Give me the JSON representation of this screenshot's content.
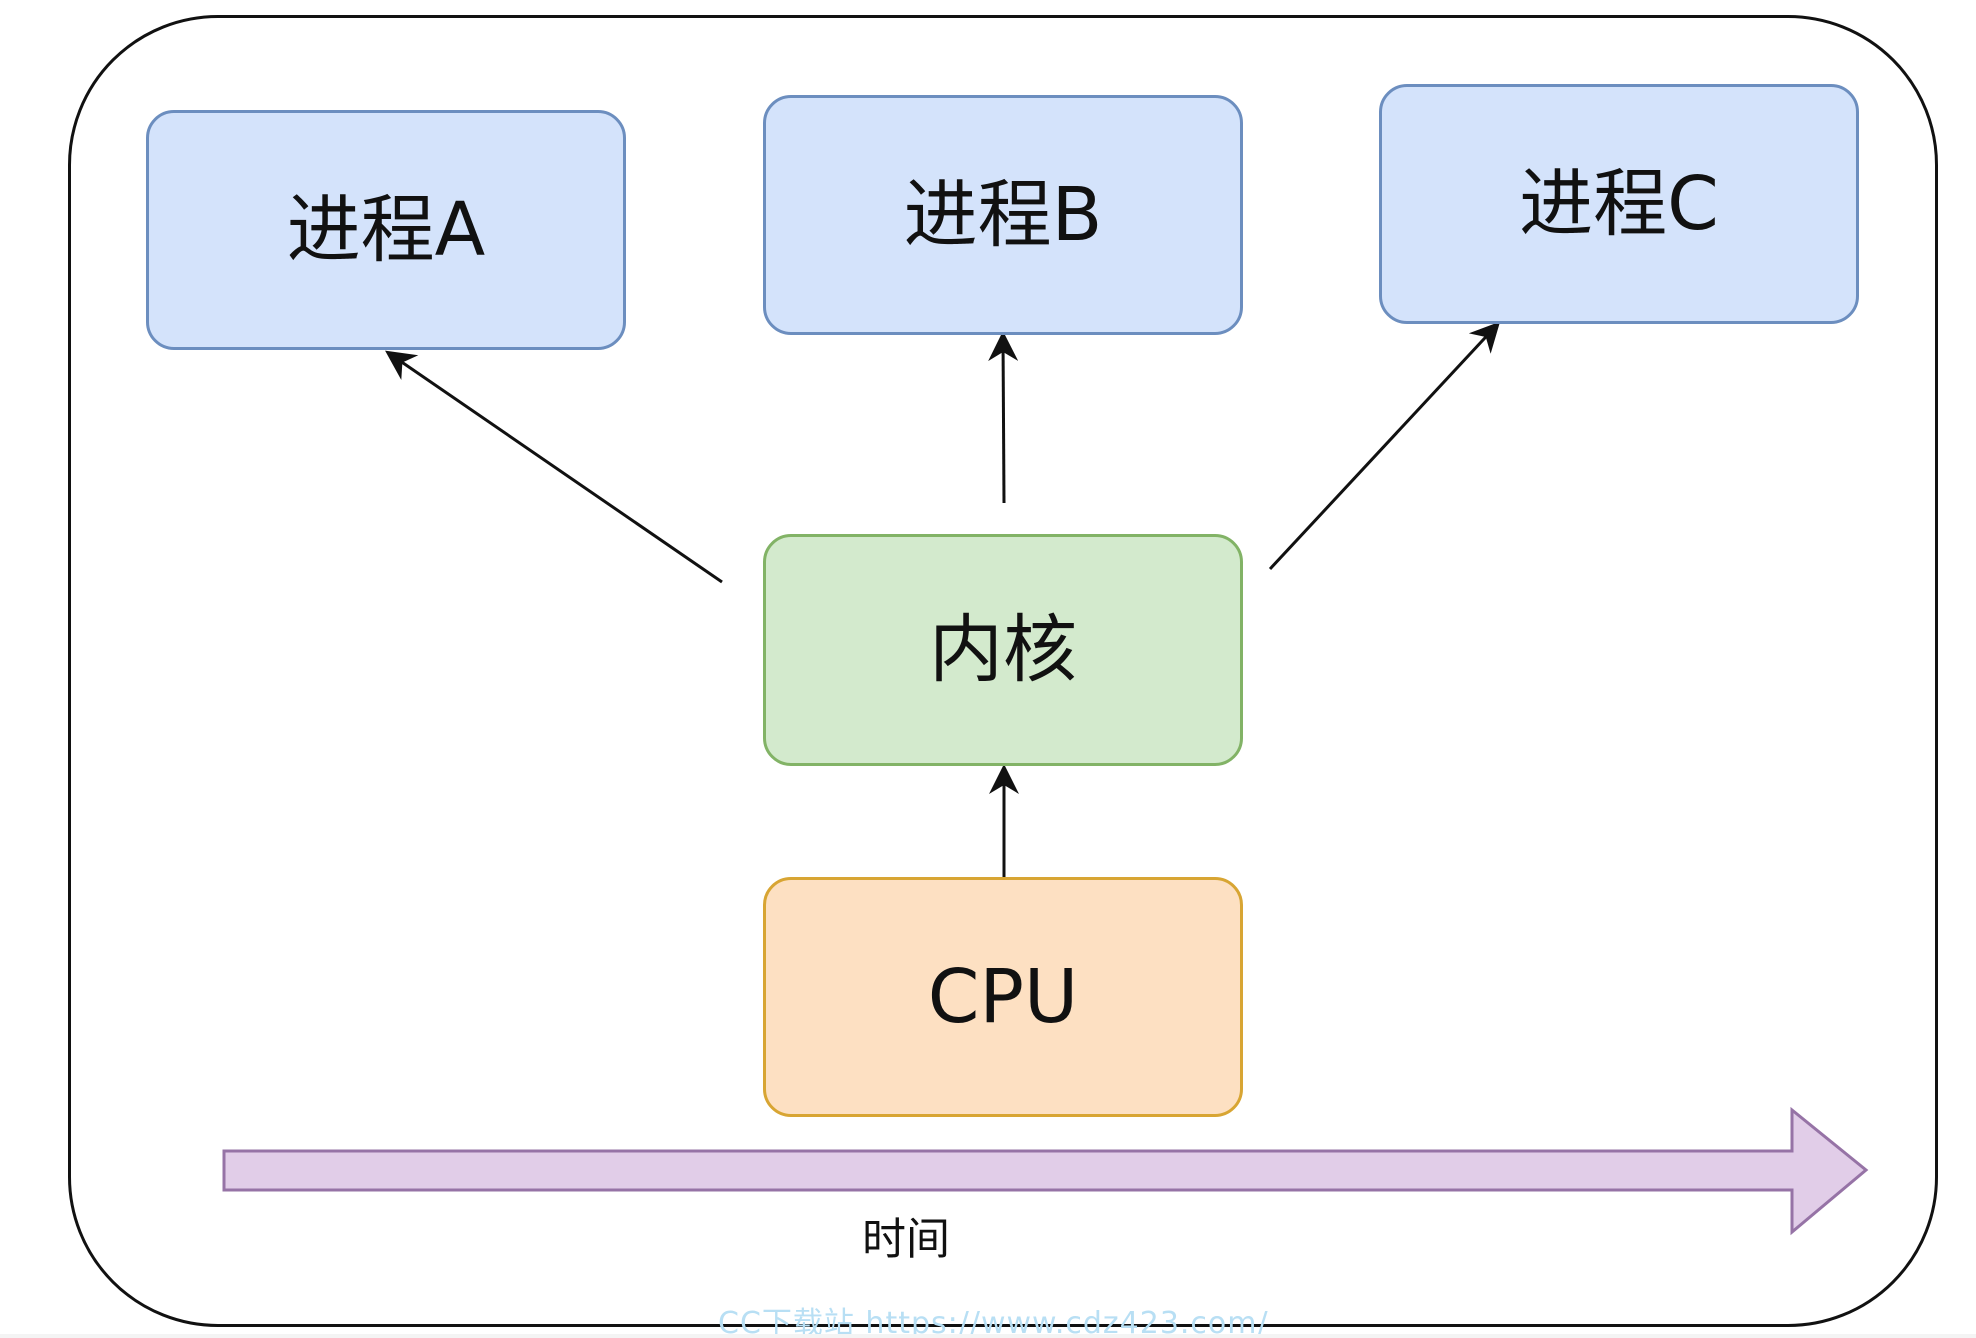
{
  "diagram": {
    "processes": [
      {
        "id": "process-a",
        "label": "进程A"
      },
      {
        "id": "process-b",
        "label": "进程B"
      },
      {
        "id": "process-c",
        "label": "进程C"
      }
    ],
    "kernel": {
      "label": "内核"
    },
    "cpu": {
      "label": "CPU"
    },
    "timeline": {
      "label": "时间"
    },
    "watermark": "CC下载站 https://www.cdz423.com/"
  },
  "colors": {
    "frame_border": "#111111",
    "process_fill": "#d4e3fb",
    "process_border": "#6c8ebf",
    "kernel_fill": "#d3eacd",
    "kernel_border": "#82b366",
    "cpu_fill": "#fde0c2",
    "cpu_border": "#d8a533",
    "time_arrow_fill": "#e1cde8",
    "time_arrow_stroke": "#9673a6",
    "connector": "#111111",
    "watermark": "#b8dff4"
  }
}
